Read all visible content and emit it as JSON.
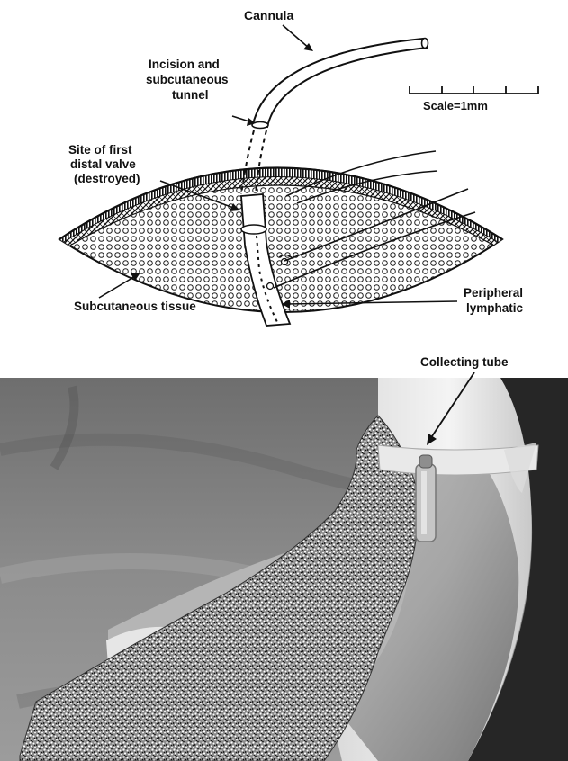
{
  "diagram": {
    "labels": {
      "cannula": "Cannula",
      "incision_line1": "Incision and",
      "incision_line2": "subcutaneous",
      "incision_line3": "tunnel",
      "scale": "Scale=1mm",
      "site_line1": "Site of first",
      "site_line2": "distal valve",
      "site_line3": "(destroyed)",
      "subcutaneous_tissue": "Subcutaneous tissue",
      "peripheral_line1": "Peripheral",
      "peripheral_line2": "lymphatic"
    }
  },
  "photo": {
    "labels": {
      "collecting_tube": "Collecting tube"
    }
  }
}
